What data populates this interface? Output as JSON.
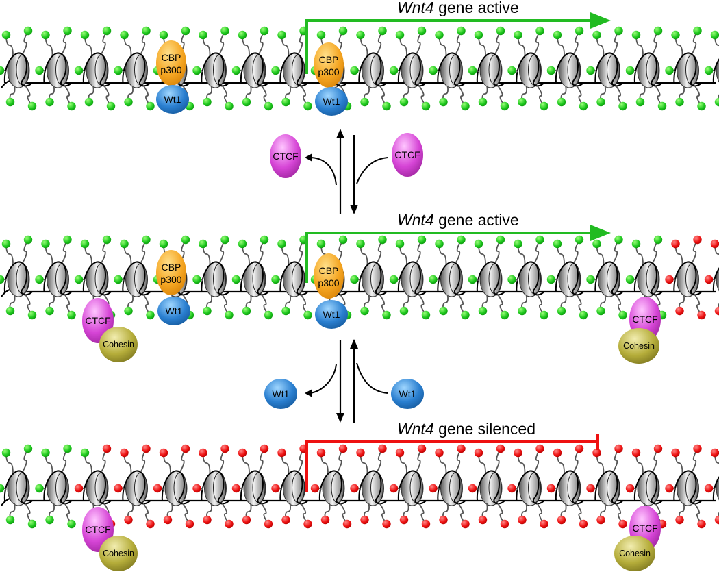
{
  "panels": [
    {
      "id": "top",
      "gene_label": {
        "gene": "Wnt4",
        "status": " gene active"
      },
      "arrow_color": "#22bb22",
      "arrow_type": "active",
      "factors": [
        "CBP p300",
        "Wt1",
        "CBP p300",
        "Wt1"
      ]
    },
    {
      "id": "middle",
      "gene_label": {
        "gene": "Wnt4",
        "status": " gene active"
      },
      "arrow_color": "#22bb22",
      "arrow_type": "active",
      "factors": [
        "CBP p300",
        "Wt1",
        "CBP p300",
        "Wt1",
        "CTCF",
        "Cohesin",
        "CTCF",
        "Cohesin"
      ]
    },
    {
      "id": "bottom",
      "gene_label": {
        "gene": "Wnt4",
        "status": " gene silenced"
      },
      "arrow_color": "#ee1111",
      "arrow_type": "silenced",
      "factors": [
        "CTCF",
        "Cohesin",
        "CTCF",
        "Cohesin"
      ]
    }
  ],
  "labels": {
    "cbp_line1": "CBP",
    "cbp_line2": "p300",
    "wt1": "Wt1",
    "ctcf": "CTCF",
    "cohesin": "Cohesin"
  },
  "equilibria": [
    {
      "id": "ctcf-exchange",
      "leaving": "CTCF",
      "entering": "CTCF"
    },
    {
      "id": "wt1-exchange",
      "leaving": "Wt1",
      "entering": "Wt1"
    }
  ],
  "colors": {
    "active_mark": "#1ec81e",
    "repressive_mark": "#ee1111",
    "cbp_p300": "#f5a623",
    "wt1": "#2a7fd0",
    "ctcf": "#d645d6",
    "cohesin": "#b5ad3a",
    "nucleosome": "#9a9a9a"
  }
}
